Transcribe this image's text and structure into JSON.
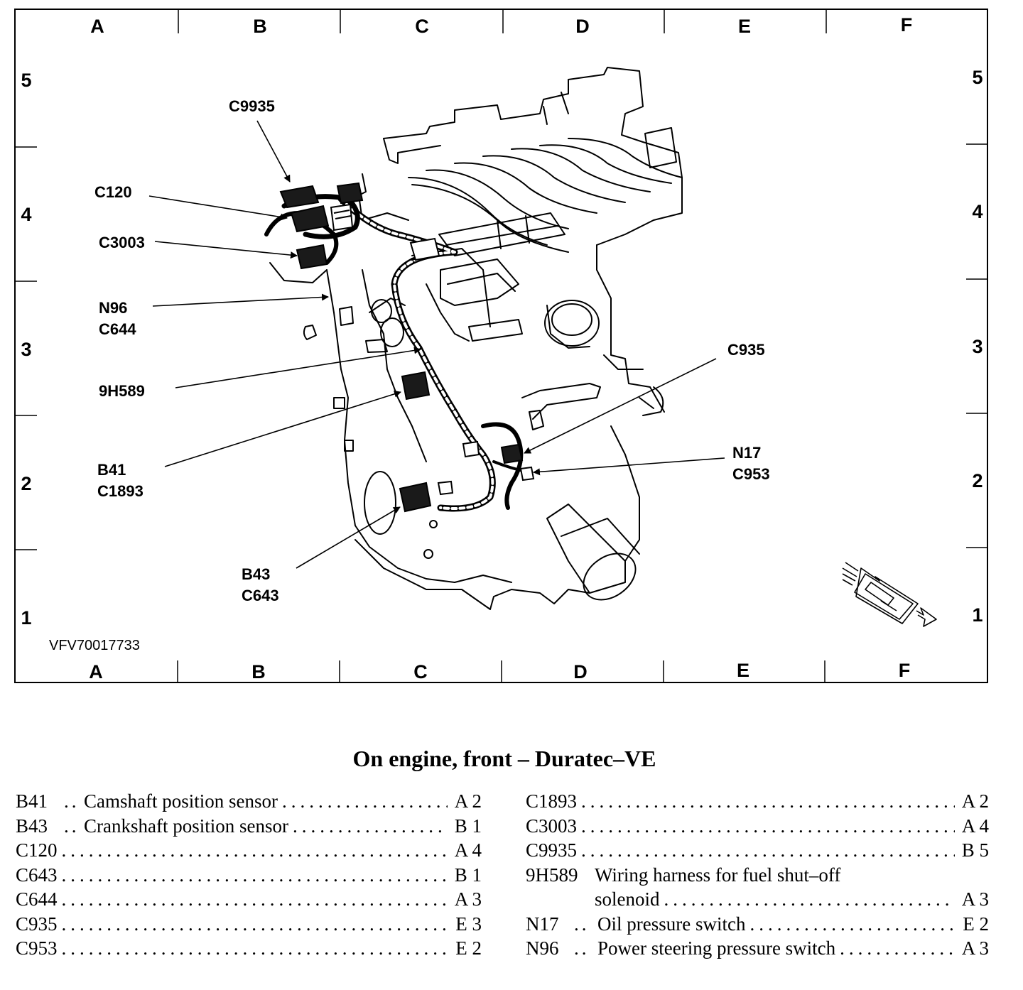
{
  "diagram": {
    "columns": [
      "A",
      "B",
      "C",
      "D",
      "E",
      "F"
    ],
    "rows": [
      "5",
      "4",
      "3",
      "2",
      "1"
    ],
    "figure_id": "VFV70017733",
    "callouts": {
      "c9935": "C9935",
      "c120": "C120",
      "c3003": "C3003",
      "n96": "N96",
      "c644": "C644",
      "h589": "9H589",
      "b41": "B41",
      "c1893": "C1893",
      "b43": "B43",
      "c643": "C643",
      "c935": "C935",
      "n17": "N17",
      "c953": "C953"
    }
  },
  "caption": "On engine, front – Duratec–VE",
  "legend": {
    "left": [
      {
        "code": "B41",
        "desc": "Camshaft position sensor",
        "ref": "A 2"
      },
      {
        "code": "B43",
        "desc": "Crankshaft position sensor",
        "ref": "B 1"
      },
      {
        "code": "C120",
        "desc": "",
        "ref": "A 4"
      },
      {
        "code": "C643",
        "desc": "",
        "ref": "B 1"
      },
      {
        "code": "C644",
        "desc": "",
        "ref": "A 3"
      },
      {
        "code": "C935",
        "desc": "",
        "ref": "E 3"
      },
      {
        "code": "C953",
        "desc": "",
        "ref": "E 2"
      }
    ],
    "right": [
      {
        "code": "C1893",
        "desc": "",
        "ref": "A 2"
      },
      {
        "code": "C3003",
        "desc": "",
        "ref": "A 4"
      },
      {
        "code": "C9935",
        "desc": "",
        "ref": "B 5"
      },
      {
        "code": "9H589",
        "desc": "Wiring harness for fuel shut–off",
        "ref": ""
      },
      {
        "code": "",
        "desc": "solenoid",
        "ref": "A 3"
      },
      {
        "code": "N17",
        "desc": "Oil pressure switch",
        "ref": "E 2"
      },
      {
        "code": "N96",
        "desc": "Power steering pressure switch",
        "ref": "A 3"
      }
    ]
  }
}
